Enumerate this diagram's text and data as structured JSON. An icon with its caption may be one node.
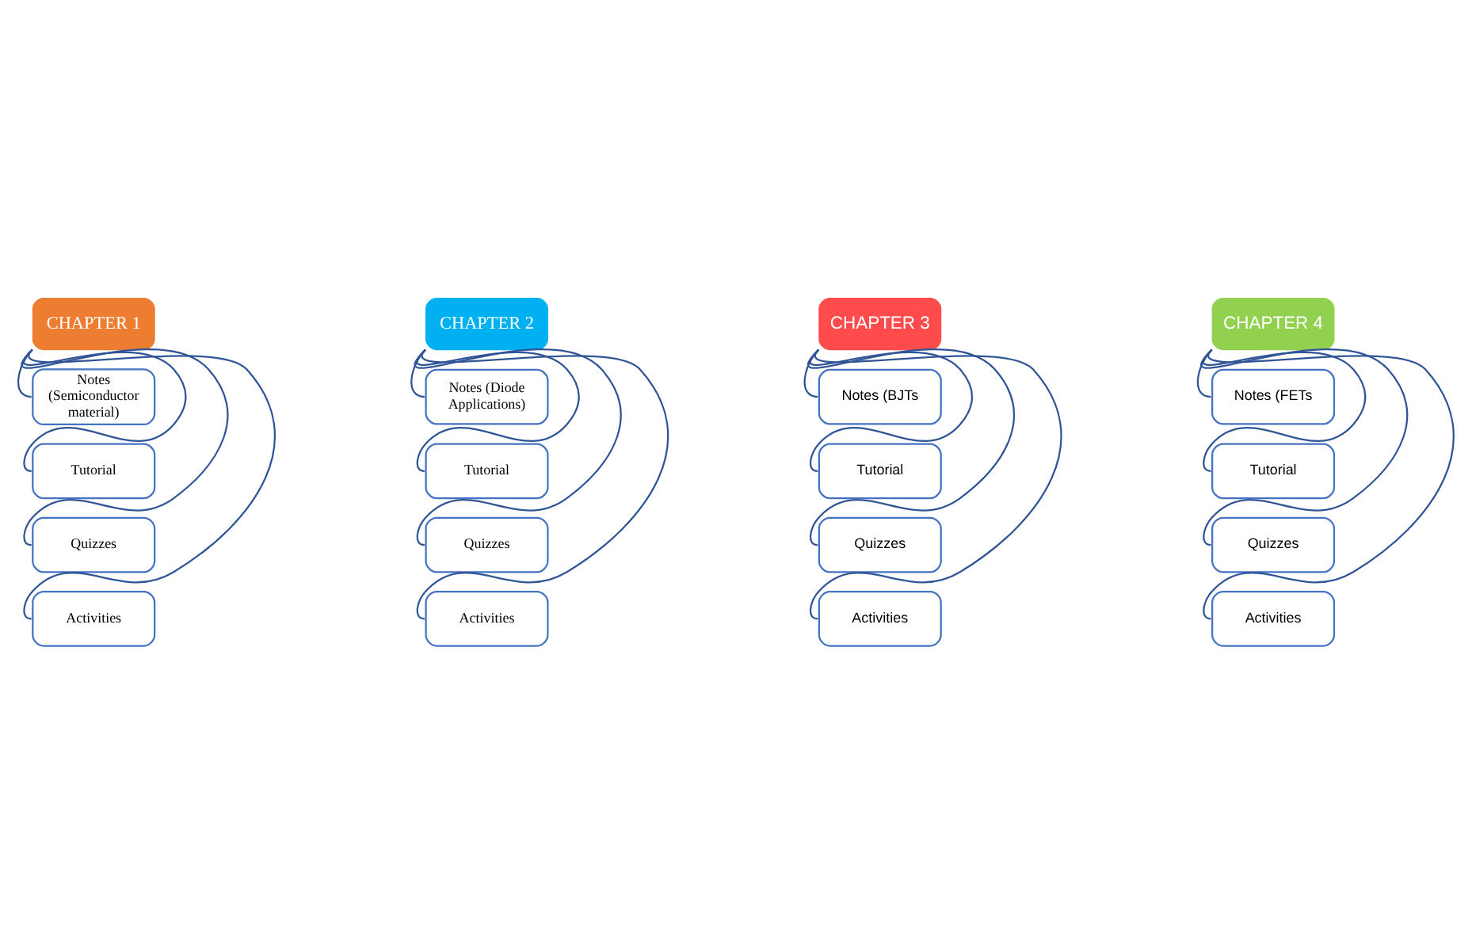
{
  "diagram": {
    "nodes": [
      {
        "text": [
          "CHAPTER 1"
        ]
      },
      {
        "text": [
          "Notes (Semiconductor material)"
        ]
      },
      {
        "text": [
          "Tutorial"
        ]
      },
      {
        "text": [
          "Quizzes"
        ]
      },
      {
        "text": [
          "Activities"
        ]
      },
      {
        "text": [
          "CHAPTER 2"
        ]
      },
      {
        "text": [
          "Notes (Diode Applications)"
        ]
      },
      {
        "text": [
          "Tutorial"
        ]
      },
      {
        "text": [
          "Quizzes"
        ]
      },
      {
        "text": [
          "Activities"
        ]
      },
      {
        "text": [
          "CHAPTER 3"
        ]
      },
      {
        "text": [
          "Notes (BJTs"
        ]
      },
      {
        "text": [
          "Tutorial"
        ]
      },
      {
        "text": [
          "Quizzes"
        ]
      },
      {
        "text": [
          "Activities"
        ]
      },
      {
        "text": [
          "CHAPTER 4"
        ]
      },
      {
        "text": [
          "Notes (FETs"
        ]
      },
      {
        "text": [
          "Tutorial"
        ]
      },
      {
        "text": [
          "Quizzes"
        ]
      },
      {
        "text": [
          "Activities"
        ]
      }
    ],
    "edges": [
      {
        "from": 0,
        "to": 1,
        "arrow": "none"
      },
      {
        "from": 0,
        "to": 2,
        "arrow": "none"
      },
      {
        "from": 0,
        "to": 3,
        "arrow": "none"
      },
      {
        "from": 0,
        "to": 4,
        "arrow": "none"
      },
      {
        "from": 5,
        "to": 6,
        "arrow": "none"
      },
      {
        "from": 5,
        "to": 7,
        "arrow": "none"
      },
      {
        "from": 5,
        "to": 8,
        "arrow": "none"
      },
      {
        "from": 5,
        "to": 9,
        "arrow": "none"
      },
      {
        "from": 10,
        "to": 11,
        "arrow": "none"
      },
      {
        "from": 10,
        "to": 12,
        "arrow": "none"
      },
      {
        "from": 10,
        "to": 13,
        "arrow": "none"
      },
      {
        "from": 10,
        "to": 14,
        "arrow": "none"
      },
      {
        "from": 15,
        "to": 16,
        "arrow": "none"
      },
      {
        "from": 15,
        "to": 17,
        "arrow": "none"
      },
      {
        "from": 15,
        "to": 18,
        "arrow": "none"
      },
      {
        "from": 15,
        "to": 19,
        "arrow": "none"
      }
    ]
  }
}
